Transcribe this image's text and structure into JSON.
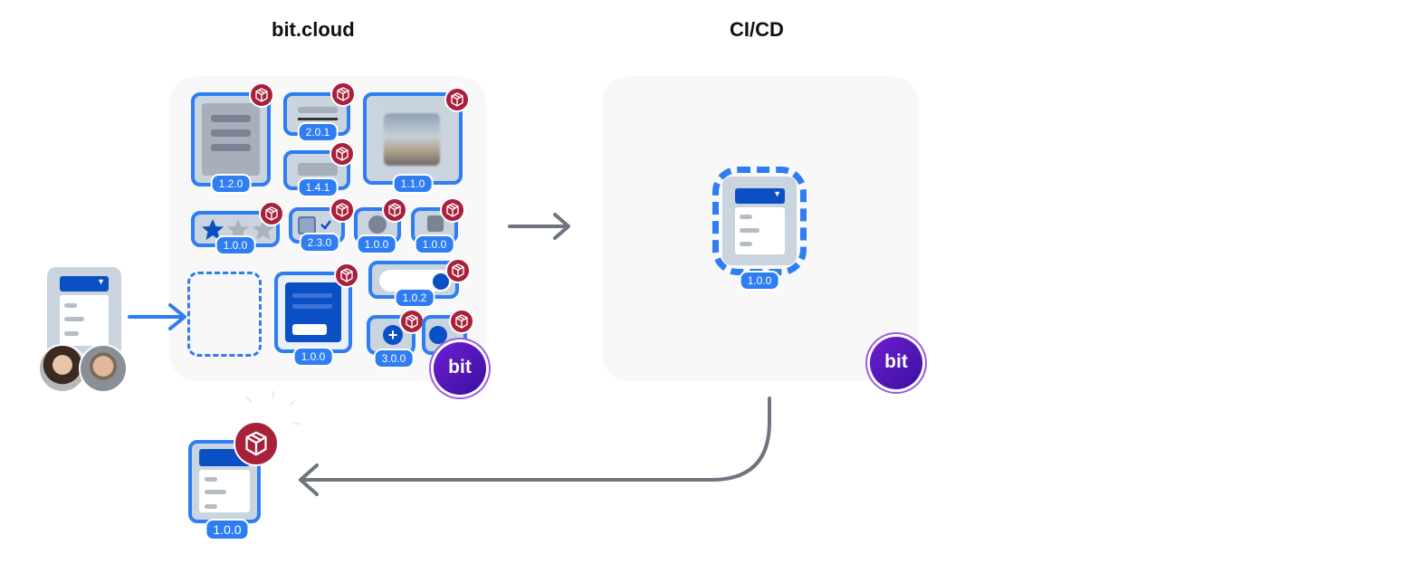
{
  "titles": {
    "left": "bit.cloud",
    "right": "CI/CD"
  },
  "versions": {
    "doc": "1.2.0",
    "divider": "2.0.1",
    "small_box": "1.4.1",
    "image": "1.1.0",
    "rating": "1.0.0",
    "checkbox": "2.3.0",
    "avatar": "1.0.0",
    "square": "1.0.0",
    "toggle": "1.0.2",
    "card": "1.0.0",
    "add_button": "3.0.0",
    "cicd_dropdown": "1.0.0",
    "output_dropdown": "1.0.0"
  },
  "bit_logo_text": "bit",
  "colors": {
    "accent": "#2e7df2",
    "dark_blue": "#0b4fc4",
    "package_red": "#a8203a",
    "bit_purple": "#5a18c4",
    "arrow_gray": "#6e7581",
    "panel_bg": "#f8f8f8"
  },
  "icons": [
    "package-icon",
    "star-icon",
    "checkmark-icon",
    "plus-icon",
    "arrow-right-icon",
    "curved-arrow-icon",
    "dropdown-caret-icon"
  ]
}
